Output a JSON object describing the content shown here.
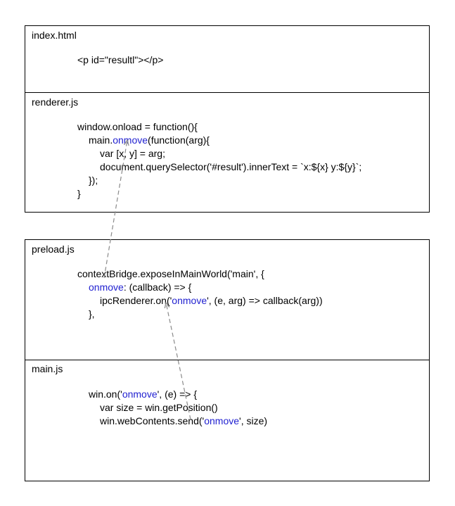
{
  "sections": {
    "index": {
      "title": "index.html",
      "code": "<p id=\"resultl\"></p>"
    },
    "renderer": {
      "title": "renderer.js",
      "line1": "window.onload = function(){",
      "line2_pre": "main.",
      "line2_kw": "onmove",
      "line2_post": "(function(arg){",
      "line3": "var [x, y] = arg;",
      "line4": "document.querySelector('#result').innerText = `x:${x} y:${y}`;",
      "line5": "});",
      "line6": "}"
    },
    "preload": {
      "title": "preload.js",
      "line1": "contextBridge.exposeInMainWorld('main', {",
      "line2_kw": "onmove",
      "line2_post": ": (callback) => {",
      "line3_pre": "ipcRenderer.on('",
      "line3_kw": "onmove",
      "line3_post": "', (e, arg) => callback(arg))",
      "line4": "},"
    },
    "main": {
      "title": "main.js",
      "line1_pre": "win.on('",
      "line1_kw": "onmove",
      "line1_post": "', (e) => {",
      "line2": "var size = win.getPosition()",
      "line3_pre": "win.webContents.send('",
      "line3_kw": "onmove",
      "line3_post": "', size)"
    }
  },
  "colors": {
    "keyword": "#1f1fd0",
    "border": "#000000",
    "arrow": "#8a8a8a"
  }
}
